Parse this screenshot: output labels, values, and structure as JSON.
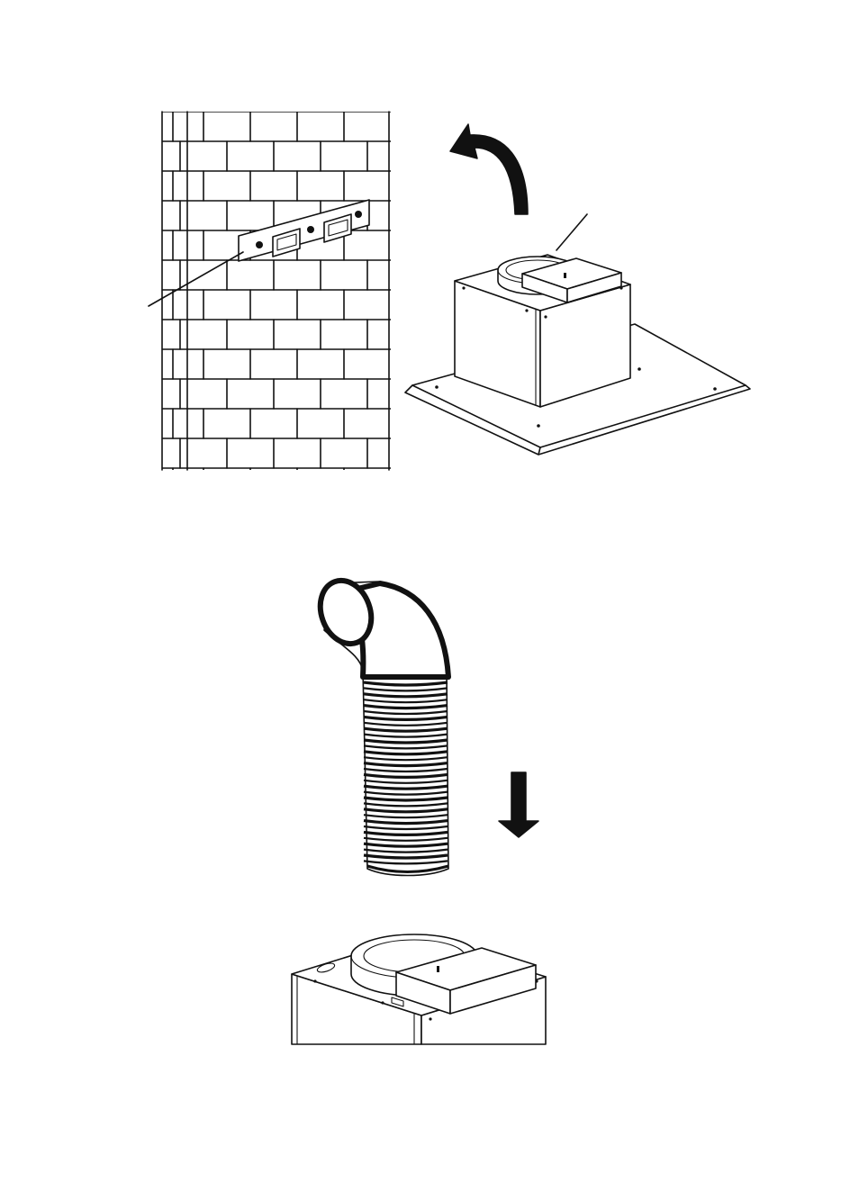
{
  "colors": {
    "background": "#ffffff",
    "ink": "#111111"
  },
  "icons": {
    "rotate_arrow": "curved-rotate-arrow-icon",
    "down_arrow": "down-arrow-icon"
  },
  "figure": {
    "steps": [
      {
        "id": "step-1",
        "parts": [
          "brick-wall",
          "wall-bracket",
          "hood-motor-housing",
          "hood-base-plate"
        ]
      },
      {
        "id": "step-2",
        "parts": [
          "flexible-duct",
          "hood-motor-housing"
        ]
      }
    ]
  }
}
